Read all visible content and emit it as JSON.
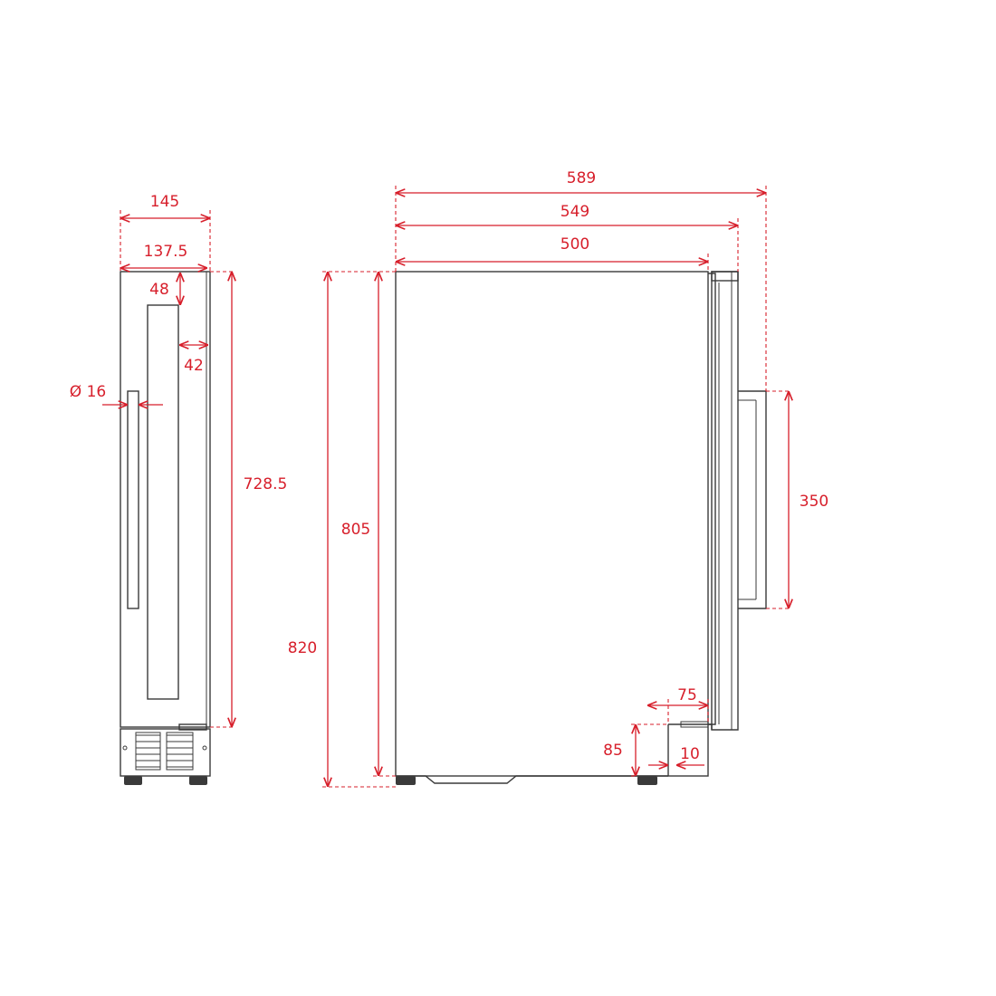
{
  "colors": {
    "dimension": "#d71f2b",
    "outline": "#3a3a3a",
    "background": "#ffffff"
  },
  "dimensions": {
    "front_overall_width": "145",
    "front_door_width": "137.5",
    "handle_top_offset": "48",
    "handle_side_offset": "42",
    "handle_diameter": "Ø 16",
    "door_height": "728.5",
    "side_overall_depth": "589",
    "side_depth_with_door": "549",
    "side_body_depth": "500",
    "body_height": "805",
    "overall_height": "820",
    "handle_length": "350",
    "plinth_depth": "75",
    "plinth_height": "85",
    "plinth_gap": "10"
  }
}
